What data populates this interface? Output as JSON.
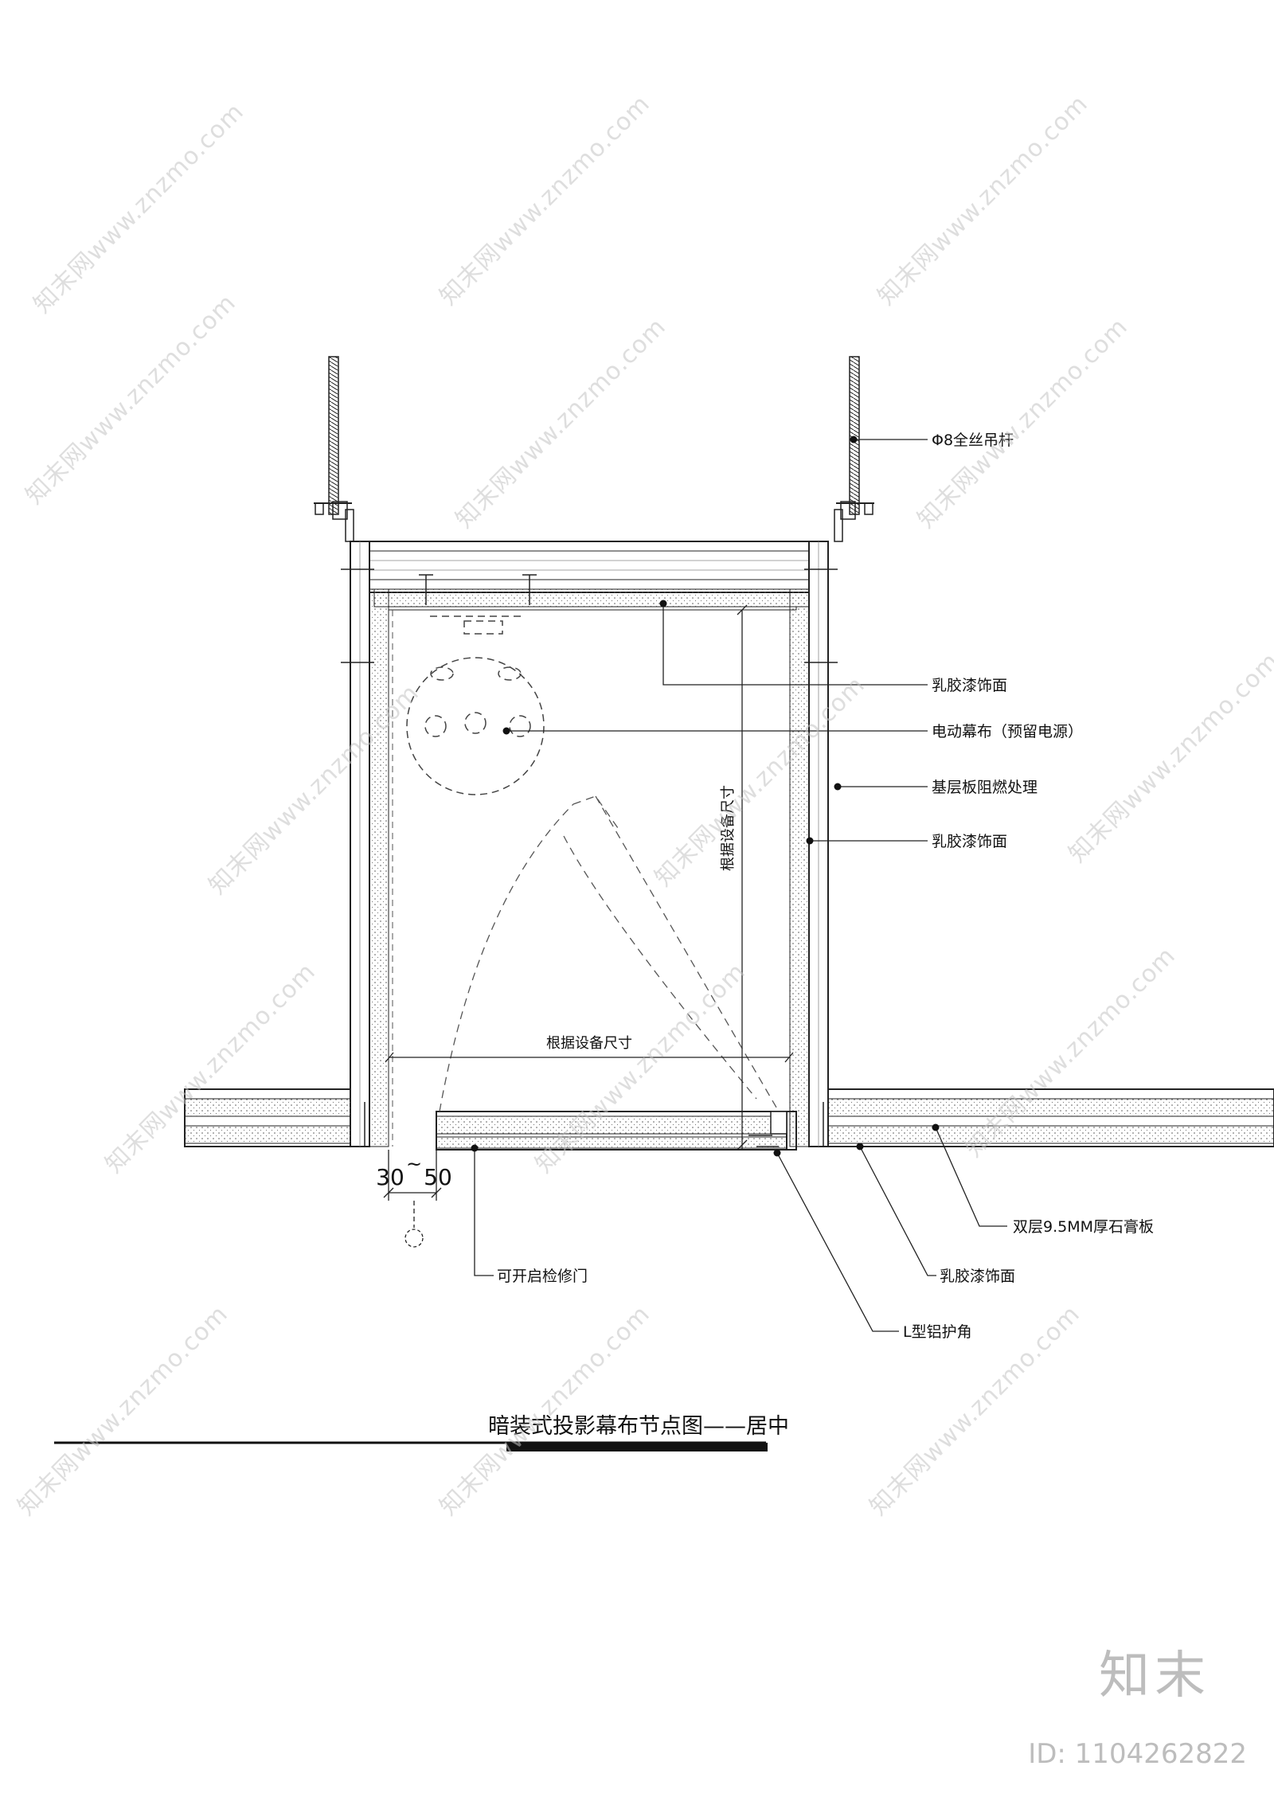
{
  "drawing": {
    "title": "暗装式投影幕布节点图——居中",
    "labels": {
      "rod": "Φ8全丝吊杆",
      "latex_top": "乳胶漆饰面",
      "screen": "电动幕布（预留电源）",
      "base_board": "基层板阻燃处理",
      "latex_side": "乳胶漆饰面",
      "gypsum": "双层9.5MM厚石膏板",
      "latex_bottom": "乳胶漆饰面",
      "corner": "L型铝护角",
      "door": "可开启检修门"
    },
    "dims": {
      "horizontal": "根据设备尺寸",
      "vertical": "根据设备尺寸",
      "gap_a": "30",
      "gap_sep": "~",
      "gap_b": "50"
    }
  },
  "watermark": {
    "text": "知末网www.znzmo.com",
    "brand": "知末",
    "id": "ID: 1104262822"
  }
}
